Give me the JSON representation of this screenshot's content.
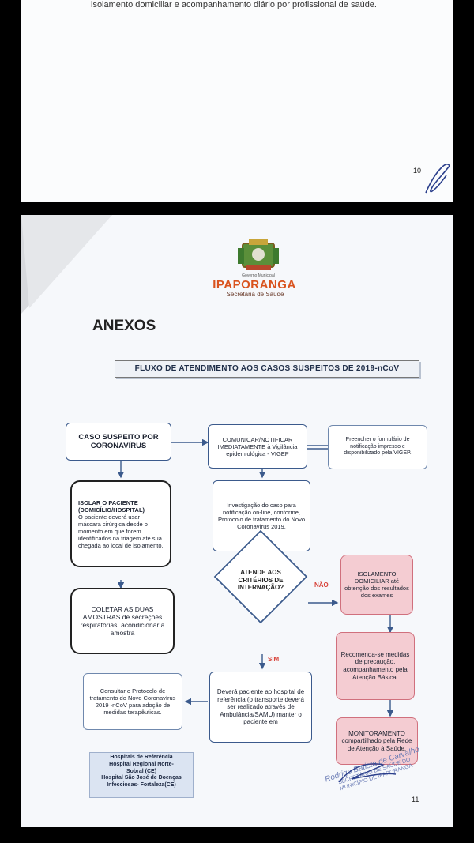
{
  "page10": {
    "top_text": "isolamento domiciliar e acompanhamento diário por profissional de saúde.",
    "page_number": "10"
  },
  "page11": {
    "header": {
      "gov_small": "Governo Municipal",
      "brand": "IPAPORANGA",
      "secretaria": "Secretaria de Saúde"
    },
    "heading": "ANEXOS",
    "flow_title": "FLUXO DE ATENDIMENTO AOS CASOS SUSPEITOS DE 2019-nCoV",
    "boxes": {
      "caso": "CASO SUSPEITO POR CORONAVÍRUS",
      "comunicar": "COMUNICAR/NOTIFICAR IMEDIATAMENTE à Vigilância epidemiológica - VIGEP",
      "formulario": "Preencher o formulário de notificação impresso e disponibilizado pela VIGEP.",
      "isolar_title": "ISOLAR O PACIENTE (DOMICÍLIO/HOSPITAL)",
      "isolar_body": "O paciente deverá usar máscara cirúrgica desde o momento em que forem identificados na triagem até sua chegada ao local de isolamento.",
      "investigacao": "Investigação do caso para notificação on-line, conforme, Protocolo de tratamento do Novo Coronavírus 2019.",
      "coletar": "COLETAR AS DUAS AMOSTRAS de secreções respiratórias, acondicionar a amostra",
      "criterios": "ATENDE AOS CRITÉRIOS DE INTERNAÇÃO?",
      "isolamento_dom": "ISOLAMENTO DOMICILIAR até obtenção dos resultados dos exames",
      "recomenda": "Recomenda-se medidas de precaução, acompanhamento pela Atenção Básica.",
      "monitoramento": "MONITORAMENTO compartilhado pela Rede de Atenção à Saúde.",
      "consultar": "Consultar o Protocolo de tratamento do Novo Coronavírus 2019 -nCoV para adoção de medidas terapêuticas.",
      "devera": "Deverá paciente ao hospital de referência (o transporte deverá ser realizado através de Ambulância/SAMU) manter o paciente em"
    },
    "labels": {
      "nao": "NÃO",
      "sim": "SIM"
    },
    "hospitais": [
      "Hospitais de Referência",
      "Hospital Regional Norte-",
      "Sobral (CE)",
      "Hospital São José de Doenças",
      "Infecciosas- Fortaleza(CE)"
    ],
    "stamp": {
      "name": "Rodrigo Batista de Carvalho",
      "line1": "SECRETÁRIO DE SAÚDE DO",
      "line2": "MUNICÍPIO DE IPAPORANGA"
    },
    "page_number": "11"
  },
  "colors": {
    "brand": "#d9531e",
    "pink_box": "#f4ccd2",
    "blue_border": "#3b5a8c",
    "arrow": "#3b5a8c",
    "label_red": "#d8433a"
  }
}
